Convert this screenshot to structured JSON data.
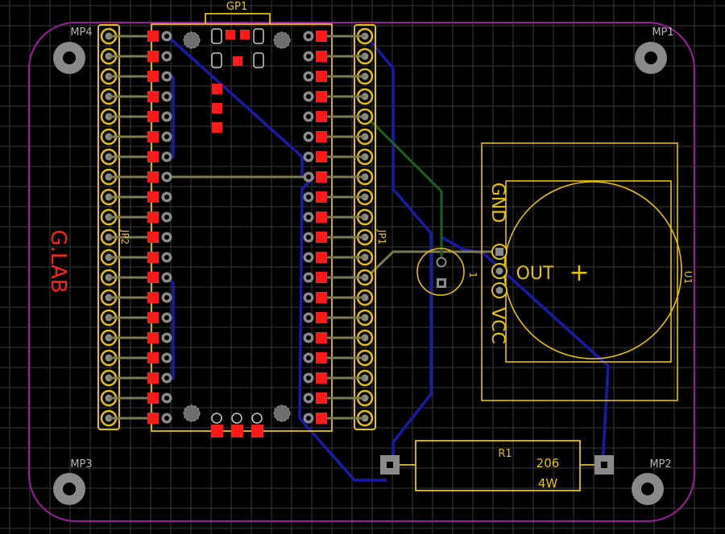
{
  "labels": {
    "gp1": "GP1",
    "mp1": "MP1",
    "mp2": "MP2",
    "mp3": "MP3",
    "mp4": "MP4",
    "jp1": "JP1",
    "jp2": "JP2",
    "logo": "G.LAB",
    "u1": "U1",
    "r1": "R1",
    "r1_value": "206",
    "r1_power": "4W",
    "sensor_gnd": "GND",
    "sensor_out": "OUT",
    "sensor_vcc": "VCC",
    "sensor_plus": "+",
    "q_pin1": "1"
  },
  "colors": {
    "background": "#000000",
    "grid": "#3a3a3a",
    "outline": "#9b1d9b",
    "silk_gold": "#e6c200",
    "pad_red": "#ff1a1a",
    "trace_blue": "#1a1aa8",
    "trace_olive": "#7a7a55",
    "trace_green": "#1f5f1f",
    "hole_gray": "#8a8a8a",
    "label_gray": "#b5b5b5",
    "logo_red": "#ff2020"
  }
}
